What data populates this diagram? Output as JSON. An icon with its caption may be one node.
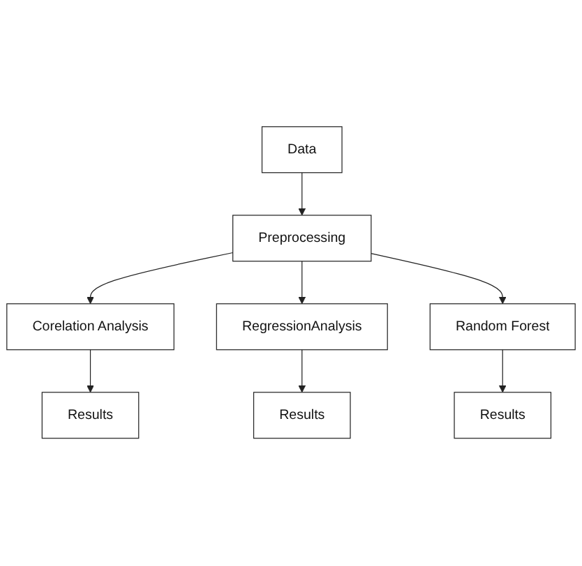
{
  "diagram": {
    "nodes": [
      {
        "text": [
          "Data"
        ]
      },
      {
        "text": [
          "Preprocessing"
        ]
      },
      {
        "text": [
          "Corelation Analysis"
        ]
      },
      {
        "text": [
          "RegressionAnalysis"
        ]
      },
      {
        "text": [
          "Random Forest"
        ]
      },
      {
        "text": [
          "Results"
        ]
      },
      {
        "text": [
          "Results"
        ]
      },
      {
        "text": [
          "Results"
        ]
      }
    ],
    "edges": [
      {
        "from": 0,
        "to": 1,
        "arrow": "to"
      },
      {
        "from": 1,
        "to": 2,
        "arrow": "to"
      },
      {
        "from": 1,
        "to": 3,
        "arrow": "to"
      },
      {
        "from": 1,
        "to": 4,
        "arrow": "to"
      },
      {
        "from": 2,
        "to": 5,
        "arrow": "to"
      },
      {
        "from": 3,
        "to": 6,
        "arrow": "to"
      },
      {
        "from": 4,
        "to": 7,
        "arrow": "to"
      }
    ]
  }
}
